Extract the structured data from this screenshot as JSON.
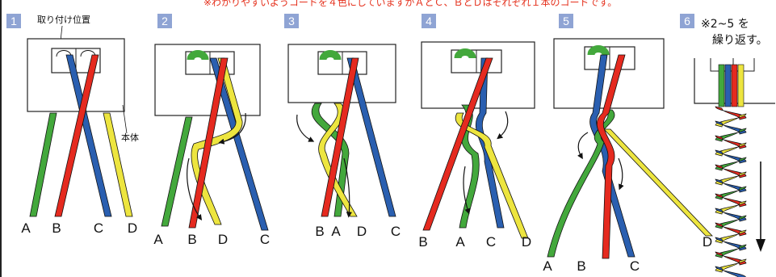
{
  "note": "※わかりやすいようコードを４色にしていますがＡとＣ、ＢとＤはそれぞれ１本のコードです。",
  "colors": {
    "green": "#43a83c",
    "blue": "#2a5fb0",
    "red": "#e52a1f",
    "yellow": "#ede53f",
    "step_badge": "#8fa4d4"
  },
  "steps": [
    {
      "number": "1",
      "callout_mount": "取り付け位置",
      "callout_body": "本体",
      "labels": [
        "A",
        "B",
        "C",
        "D"
      ]
    },
    {
      "number": "2",
      "labels": [
        "A",
        "B",
        "D",
        "C"
      ]
    },
    {
      "number": "3",
      "labels": [
        "B",
        "A",
        "D",
        "C"
      ]
    },
    {
      "number": "4",
      "labels": [
        "B",
        "A",
        "C",
        "D"
      ]
    },
    {
      "number": "5",
      "labels": [
        "A",
        "B",
        "C",
        "D"
      ]
    },
    {
      "number": "6",
      "text_line1": "※2~5 を",
      "text_line2": "繰り返す。"
    }
  ]
}
